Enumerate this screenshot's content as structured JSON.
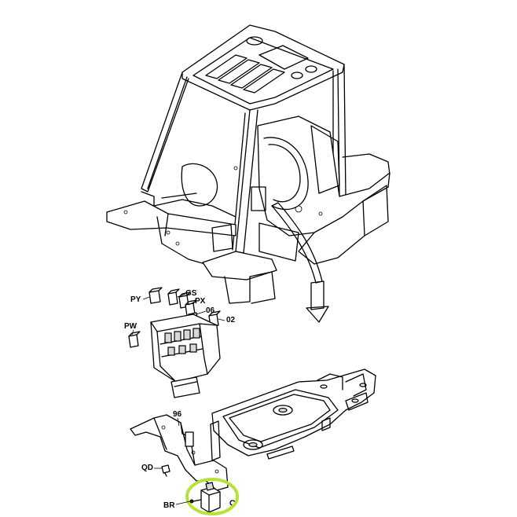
{
  "labels": {
    "py": "PY",
    "gs": "GS",
    "px": "PX",
    "06": "06",
    "02": "02",
    "pw": "PW",
    "96": "96",
    "qd": "QD",
    "br": "BR"
  },
  "colors": {
    "highlight": "#b8e23a",
    "line": "#000000",
    "background": "#ffffff"
  },
  "highlighted_part": "BR"
}
